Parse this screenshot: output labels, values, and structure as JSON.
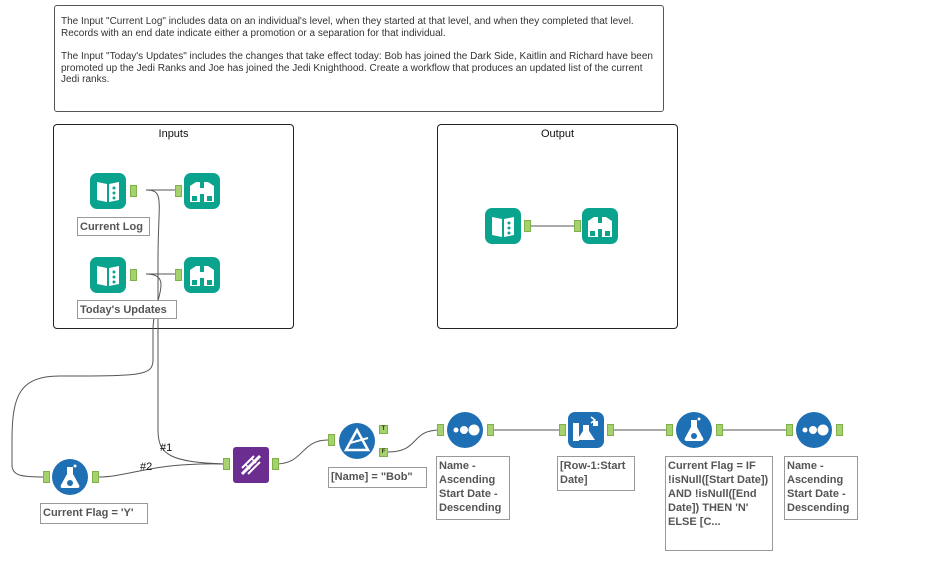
{
  "comment": {
    "paragraph1": "The Input \"Current Log\" includes data on an individual's level, when they started at that level, and when they completed that level.  Records with an end date indicate either a promotion or a separation for that individual.",
    "paragraph2": "The Input \"Today's Updates\" includes the changes that take effect today: Bob has joined the Dark Side, Kaitlin and Richard have been promoted up the Jedi Ranks and Joe has joined the Jedi Knighthood.  Create a workflow that produces an updated list of the current Jedi ranks."
  },
  "containers": {
    "inputs_title": "Inputs",
    "output_title": "Output"
  },
  "tools": {
    "input1_label": "Current Log",
    "input2_label": "Today's Updates",
    "formula1_label": "Current Flag = 'Y'",
    "filter_label": "[Name] = \"Bob\"",
    "sort1_label": "Name - Ascending Start Date - Descending",
    "multirow_label": "[Row-1:Start Date]",
    "formula2_label": "Current Flag = IF !isNull([Start Date]) AND !isNull([End Date]) THEN 'N' ELSE [C...",
    "sort2_label": "Name - Ascending Start Date - Descending"
  },
  "connections": {
    "union_input1": "#1",
    "union_input2": "#2"
  },
  "filter_anchors": {
    "true_label": "T",
    "false_label": "F"
  },
  "colors": {
    "input_output_tool": "#0aa38e",
    "preparation_tool": "#1f6fb4",
    "join_tool": "#6b2d8f",
    "anchor": "#a6d26e",
    "wire": "#555555"
  },
  "icons": {
    "input": "book-icon",
    "browse": "binoculars-icon",
    "formula": "flask-icon",
    "union": "dna-icon",
    "filter": "filter-triangle-icon",
    "sort": "sort-dots-icon",
    "multirow": "multi-row-formula-icon"
  }
}
